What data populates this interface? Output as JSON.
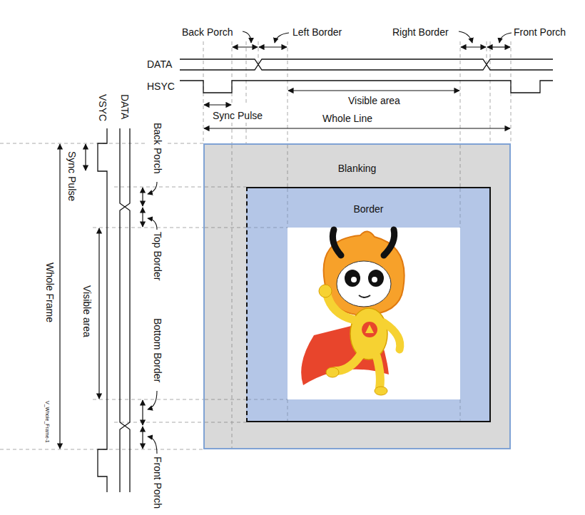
{
  "diagram": {
    "nodes": [
      {
        "text": [
          "Blanking"
        ]
      },
      {
        "text": [
          "Border"
        ],
        "in": 0
      }
    ],
    "labels": [
      "Back Porch",
      "Left Border",
      "Right Border",
      "Front Porch",
      "DATA",
      "HSYC",
      "Visible area",
      "Sync Pulse",
      "Whole Line",
      "VSYC",
      "DATA",
      "Back Porch",
      "Sync Pulse",
      "Top Border",
      "Whole Frame",
      "Visible area",
      "Bottom Border",
      "V_Whole_Frame-1",
      "Front Porch"
    ]
  }
}
